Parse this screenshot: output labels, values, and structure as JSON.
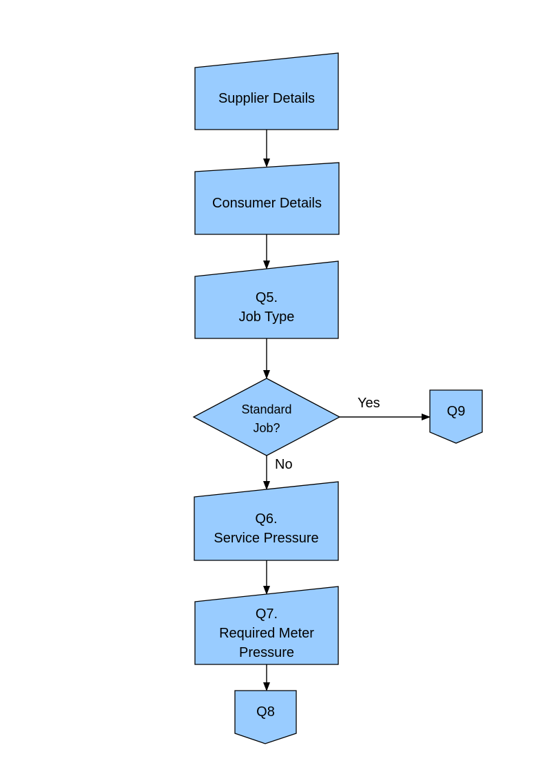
{
  "diagram": {
    "colors": {
      "node_fill": "#99CCFF",
      "node_border": "#000000",
      "arrow": "#000000",
      "text": "#000000",
      "background": "#FFFFFF"
    },
    "nodes": [
      {
        "id": "supplier-details",
        "type": "manual-input",
        "label": "Supplier Details"
      },
      {
        "id": "consumer-details",
        "type": "manual-input",
        "label": "Consumer Details"
      },
      {
        "id": "q5-job-type",
        "type": "manual-input",
        "label": "Q5.\nJob Type"
      },
      {
        "id": "standard-job",
        "type": "decision",
        "label": "Standard\nJob?"
      },
      {
        "id": "q9",
        "type": "off-page-connector",
        "label": "Q9"
      },
      {
        "id": "q6-service-pressure",
        "type": "manual-input",
        "label": "Q6.\nService Pressure"
      },
      {
        "id": "q7-required-meter-pressure",
        "type": "manual-input",
        "label": "Q7.\nRequired Meter\nPressure"
      },
      {
        "id": "q8",
        "type": "off-page-connector",
        "label": "Q8"
      }
    ],
    "edge_labels": {
      "yes": "Yes",
      "no": "No"
    }
  }
}
